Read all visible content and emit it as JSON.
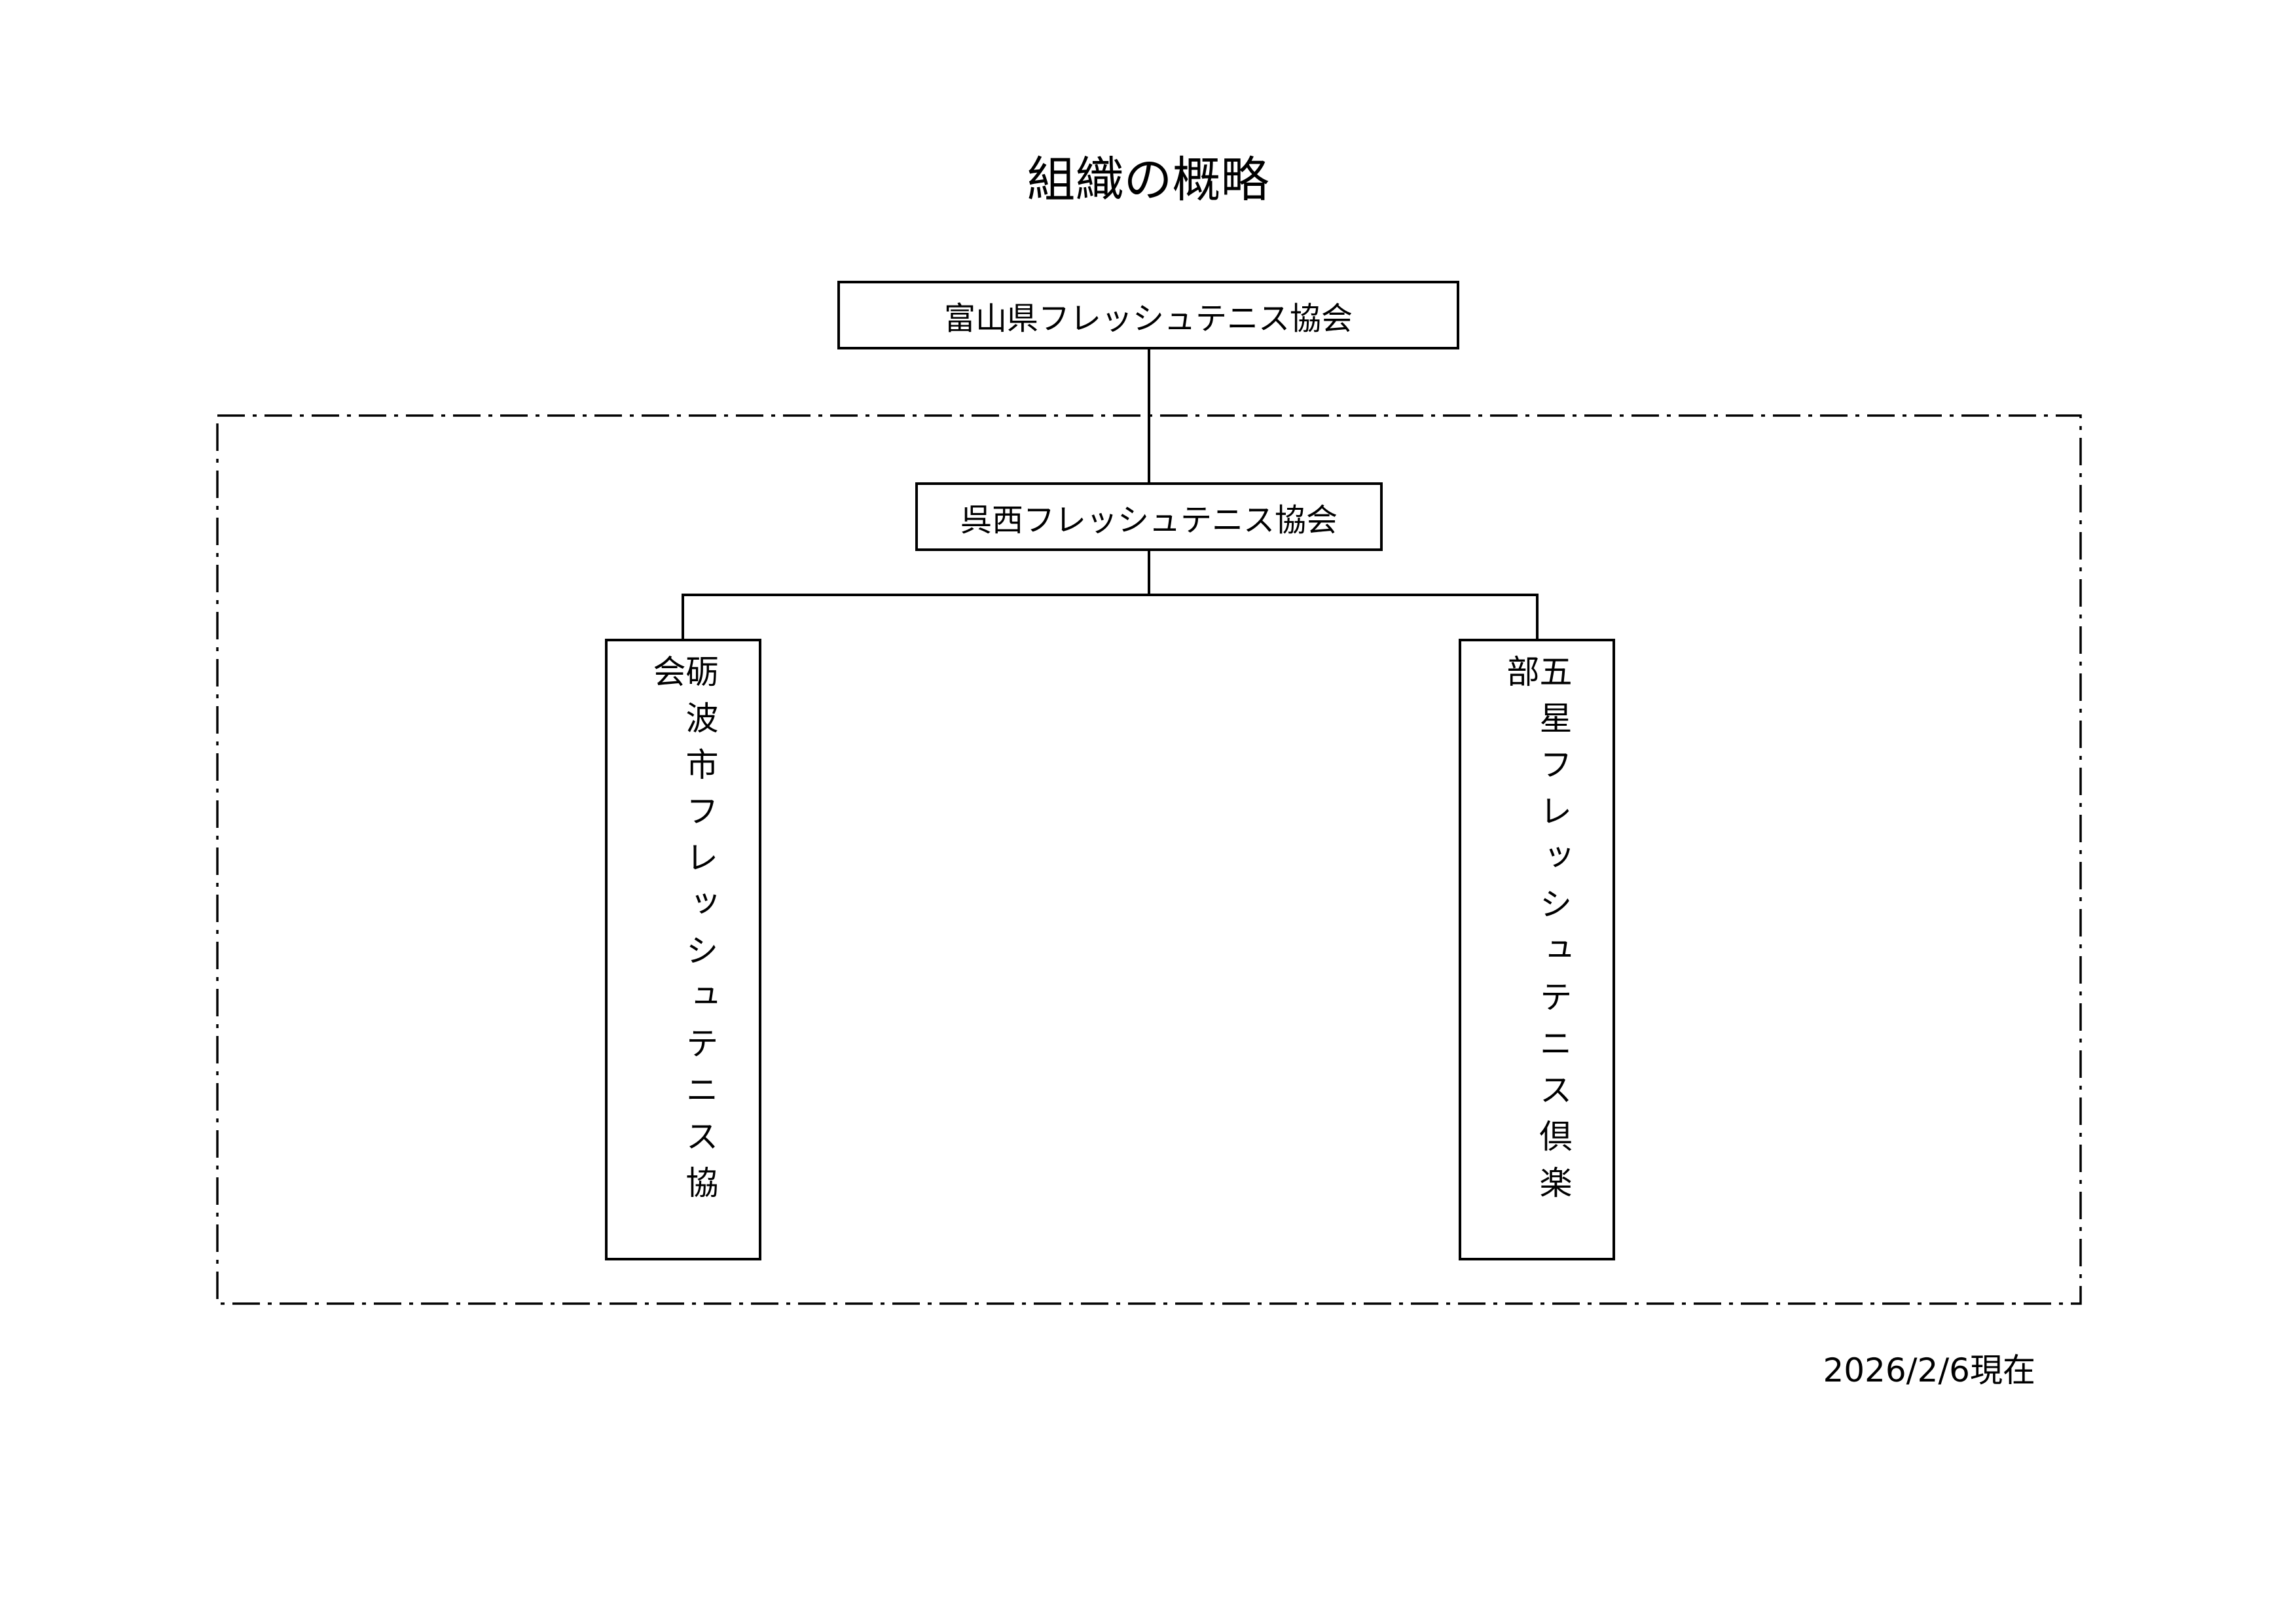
{
  "title": "組織の概略",
  "nodes": {
    "top": "富山県フレッシュテニス協会",
    "middle": "呉西フレッシュテニス協会",
    "left": "砺波市フレッシュテニス協会",
    "right": "五星フレッシュテニス倶楽部"
  },
  "date_note": "2026/2/6現在"
}
